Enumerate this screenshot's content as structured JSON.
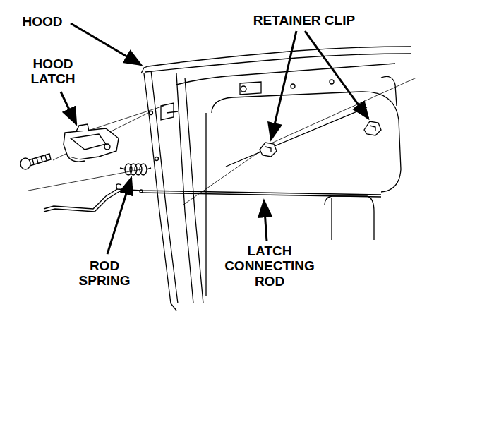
{
  "diagram": {
    "labels": [
      "HOOD",
      "HOOD LATCH",
      "RETAINER CLIP",
      "ROD SPRING",
      "LATCH CONNECTING ROD"
    ]
  }
}
